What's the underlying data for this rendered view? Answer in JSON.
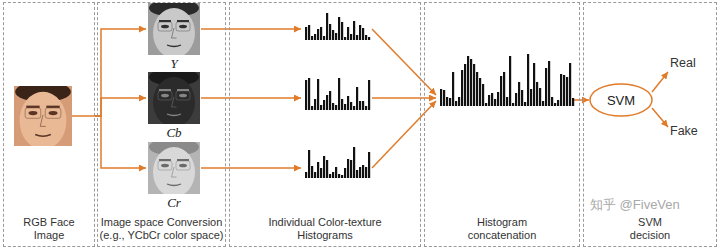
{
  "diagram": {
    "nodes": [
      {
        "text": [
          "RGB Face Image"
        ]
      },
      {
        "text": [
          "Image space Conversion (e.g., YCbCr color space)"
        ]
      },
      {
        "text": [
          "Y"
        ],
        "in": 1
      },
      {
        "text": [
          "Cb"
        ],
        "in": 1
      },
      {
        "text": [
          "Cr"
        ],
        "in": 1
      },
      {
        "text": [
          "Individual Color-texture Histograms"
        ]
      },
      {
        "text": [
          "Histogram concatenation"
        ]
      },
      {
        "text": [
          "SVM decision"
        ]
      },
      {
        "text": [
          "SVM"
        ],
        "in": 7
      }
    ],
    "edges": [
      {
        "from": 0,
        "to": 2,
        "arrow": "to"
      },
      {
        "from": 0,
        "to": 3,
        "arrow": "to"
      },
      {
        "from": 0,
        "to": 4,
        "arrow": "to"
      },
      {
        "from": 6,
        "to": 8,
        "arrow": "to"
      }
    ],
    "labels": [
      "Real",
      "Fake",
      "知乎 @FiveVen"
    ]
  }
}
